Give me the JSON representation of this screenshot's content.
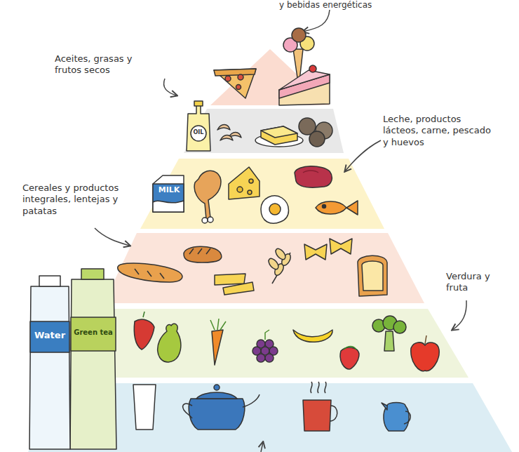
{
  "diagram": {
    "labels": [
      "y bebidas energéticas",
      "Aceites, grasas y frutos secos",
      "Leche, productos lácteos, carne, pescado y huevos",
      "Cereales y productos integrales, lentejas y patatas",
      "Verdura y fruta",
      "MILK",
      "OIL",
      "Water",
      "Green tea"
    ]
  }
}
